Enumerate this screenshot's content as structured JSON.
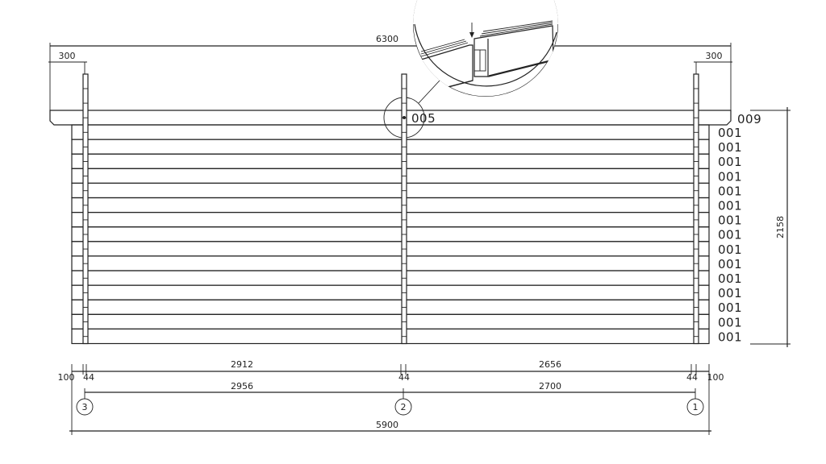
{
  "dimensions": {
    "overall_top": "6300",
    "overhang_left": "300",
    "overhang_right": "300",
    "height": "2158",
    "inner_left": "2912",
    "inner_right": "2656",
    "post_left": "44",
    "post_mid": "44",
    "post_right": "44",
    "end_left": "100",
    "end_right": "100",
    "axis_left": "2956",
    "axis_right": "2700",
    "overall_bottom": "5900"
  },
  "axes": [
    "3",
    "2",
    "1"
  ],
  "part_labels": {
    "roof_board": "009",
    "connector": "005",
    "logs": [
      "001",
      "001",
      "001",
      "001",
      "001",
      "001",
      "001",
      "001",
      "001",
      "001",
      "001",
      "001",
      "001",
      "001",
      "001"
    ]
  }
}
